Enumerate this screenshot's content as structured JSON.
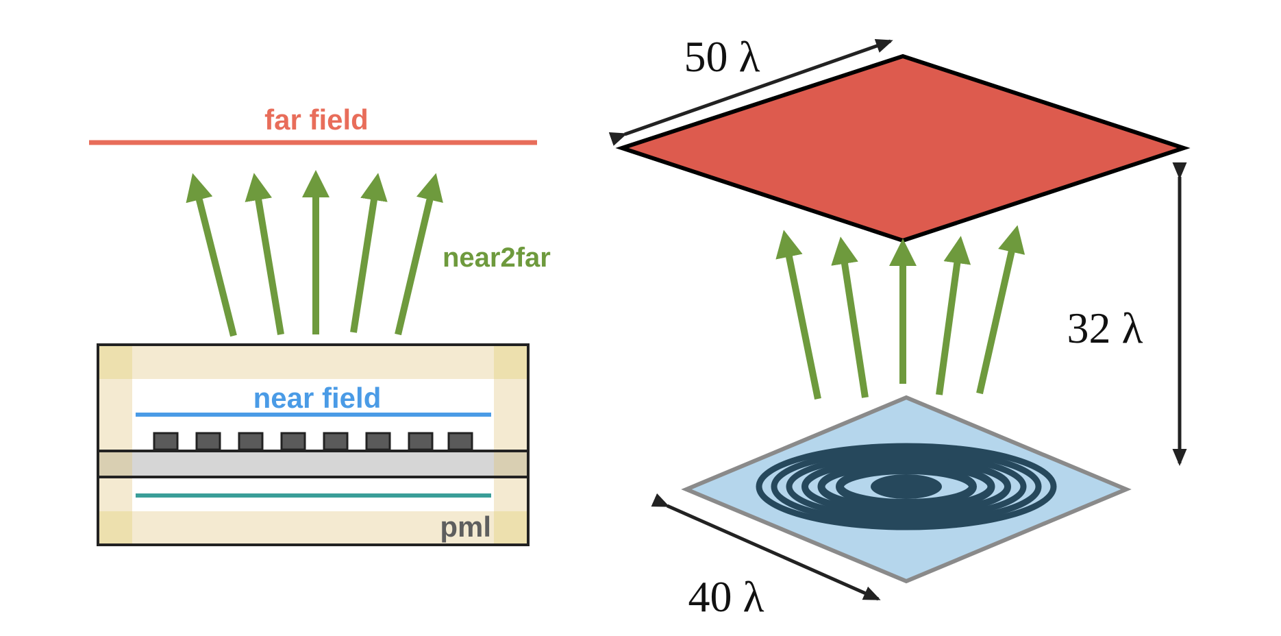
{
  "left": {
    "far_field_label": "far field",
    "near2far_label": "near2far",
    "near_field_label": "near field",
    "pml_label": "pml",
    "grating_teeth": 8,
    "arrows": 5
  },
  "right": {
    "width_label": "50 λ",
    "height_label": "32 λ",
    "depth_label": "40 λ",
    "arrows": 5,
    "rings": 7
  },
  "colors": {
    "far_field": "#e86d5a",
    "near2far": "#6e9a3d",
    "near_field": "#4a9be6",
    "source": "#3a9e98",
    "pml": "#f4ead1",
    "pml_corner": "#ede0ae",
    "substrate": "#d6d6d6",
    "tooth": "#5a5a5a",
    "pml_text": "#5e5e5e",
    "plane_top": "#dd5b4e",
    "plane_bottom": "#b5d6ec",
    "ring": "#26485c",
    "dim": "#222222"
  }
}
